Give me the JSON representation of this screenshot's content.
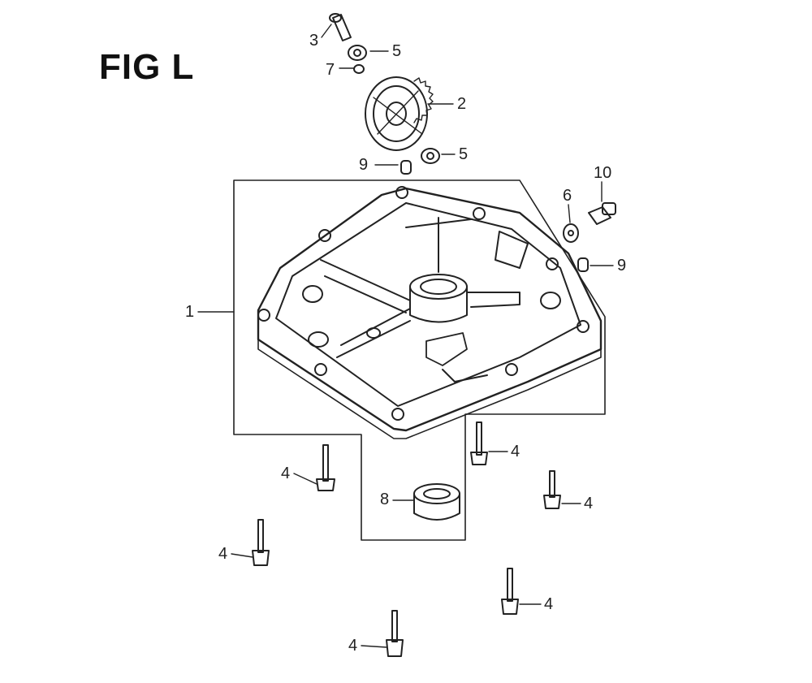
{
  "figure": {
    "title": "FIG L"
  },
  "callouts": [
    {
      "id": "c3",
      "text": "3"
    },
    {
      "id": "c5a",
      "text": "5"
    },
    {
      "id": "c7",
      "text": "7"
    },
    {
      "id": "c2",
      "text": "2"
    },
    {
      "id": "c5b",
      "text": "5"
    },
    {
      "id": "c9a",
      "text": "9"
    },
    {
      "id": "c10",
      "text": "10"
    },
    {
      "id": "c6",
      "text": "6"
    },
    {
      "id": "c9b",
      "text": "9"
    },
    {
      "id": "c1",
      "text": "1"
    },
    {
      "id": "c4a",
      "text": "4"
    },
    {
      "id": "c4b",
      "text": "4"
    },
    {
      "id": "c8",
      "text": "8"
    },
    {
      "id": "c4c",
      "text": "4"
    },
    {
      "id": "c4d",
      "text": "4"
    },
    {
      "id": "c4e",
      "text": "4"
    },
    {
      "id": "c4f",
      "text": "4"
    }
  ],
  "colors": {
    "line": "#222222",
    "fill": "#ffffff",
    "shade": "#bbbbbb"
  }
}
